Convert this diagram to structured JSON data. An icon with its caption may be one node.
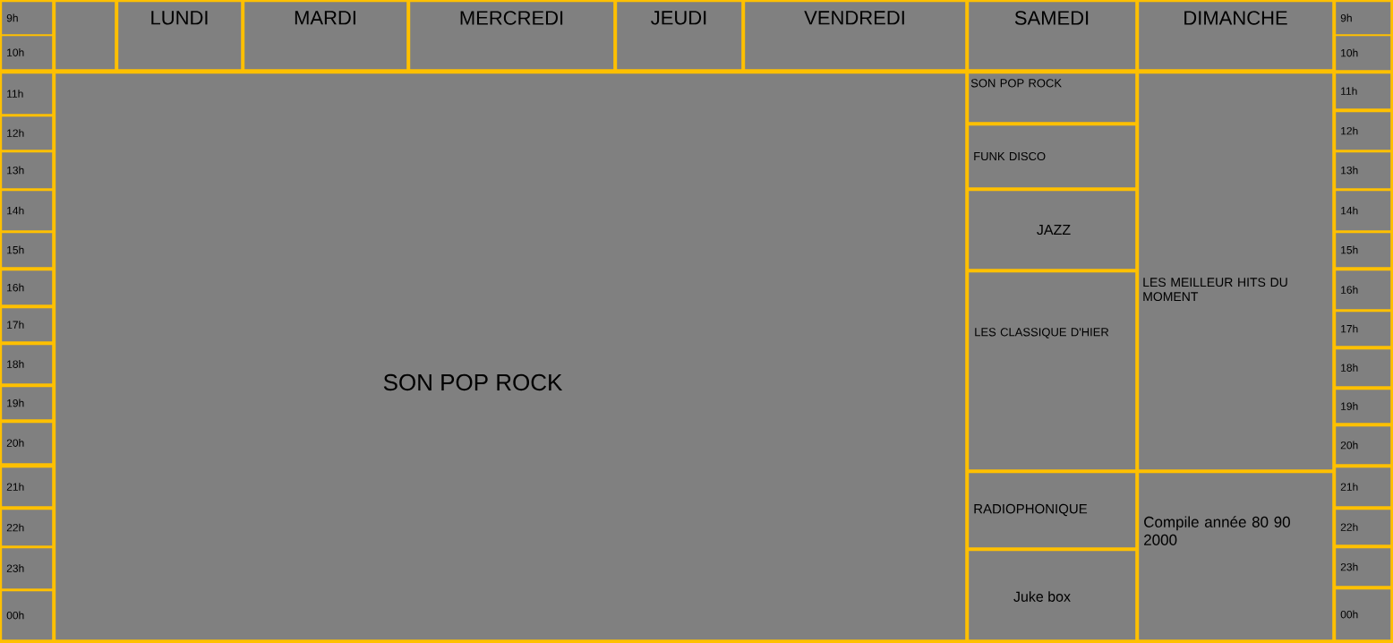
{
  "diagram": {
    "nodes": [
      {
        "text": [
          "9h"
        ]
      },
      {
        "text": [
          "10h"
        ]
      },
      {
        "text": [
          "11h"
        ]
      },
      {
        "text": [
          "12h"
        ]
      },
      {
        "text": [
          "13h"
        ]
      },
      {
        "text": [
          "14h"
        ]
      },
      {
        "text": [
          "15h"
        ]
      },
      {
        "text": [
          "16h"
        ]
      },
      {
        "text": [
          "17h"
        ]
      },
      {
        "text": [
          "18h"
        ]
      },
      {
        "text": [
          "19h"
        ]
      },
      {
        "text": [
          "20h"
        ]
      },
      {
        "text": [
          "21h"
        ]
      },
      {
        "text": [
          "22h"
        ]
      },
      {
        "text": [
          "23h"
        ]
      },
      {
        "text": [
          "00h"
        ]
      },
      {
        "text": [],
        "shape": "box"
      },
      {
        "text": [
          "LUNDI"
        ]
      },
      {
        "text": [
          "MARDI"
        ]
      },
      {
        "text": [
          "MERCREDI"
        ]
      },
      {
        "text": [
          "JEUDI"
        ]
      },
      {
        "text": [
          "VENDREDI"
        ]
      },
      {
        "text": [
          "SAMEDI"
        ]
      },
      {
        "text": [
          "DIMANCHE"
        ]
      },
      {
        "text": [
          "SON POP ROCK"
        ]
      },
      {
        "text": [
          "SON POP ROCK"
        ]
      },
      {
        "text": [
          "FUNK DISCO"
        ]
      },
      {
        "text": [
          "JAZZ"
        ]
      },
      {
        "text": [
          "LES CLASSIQUE D'HIER"
        ]
      },
      {
        "text": [
          "RADIOPHONIQUE"
        ]
      },
      {
        "text": [
          "Juke box"
        ]
      },
      {
        "text": [
          "LES MEILLEUR HITS DU MOMENT"
        ]
      },
      {
        "text": [
          "Compile année 80 90 2000"
        ]
      },
      {
        "text": [
          "9h"
        ]
      },
      {
        "text": [
          "10h"
        ]
      },
      {
        "text": [
          "11h"
        ]
      },
      {
        "text": [
          "12h"
        ]
      },
      {
        "text": [
          "13h"
        ]
      },
      {
        "text": [
          "14h"
        ]
      },
      {
        "text": [
          "15h"
        ]
      },
      {
        "text": [
          "16h"
        ]
      },
      {
        "text": [
          "17h"
        ]
      },
      {
        "text": [
          "18h"
        ]
      },
      {
        "text": [
          "19h"
        ]
      },
      {
        "text": [
          "20h"
        ]
      },
      {
        "text": [
          "21h"
        ]
      },
      {
        "text": [
          "22h"
        ]
      },
      {
        "text": [
          "23h"
        ]
      },
      {
        "text": [
          "00h"
        ]
      }
    ]
  }
}
